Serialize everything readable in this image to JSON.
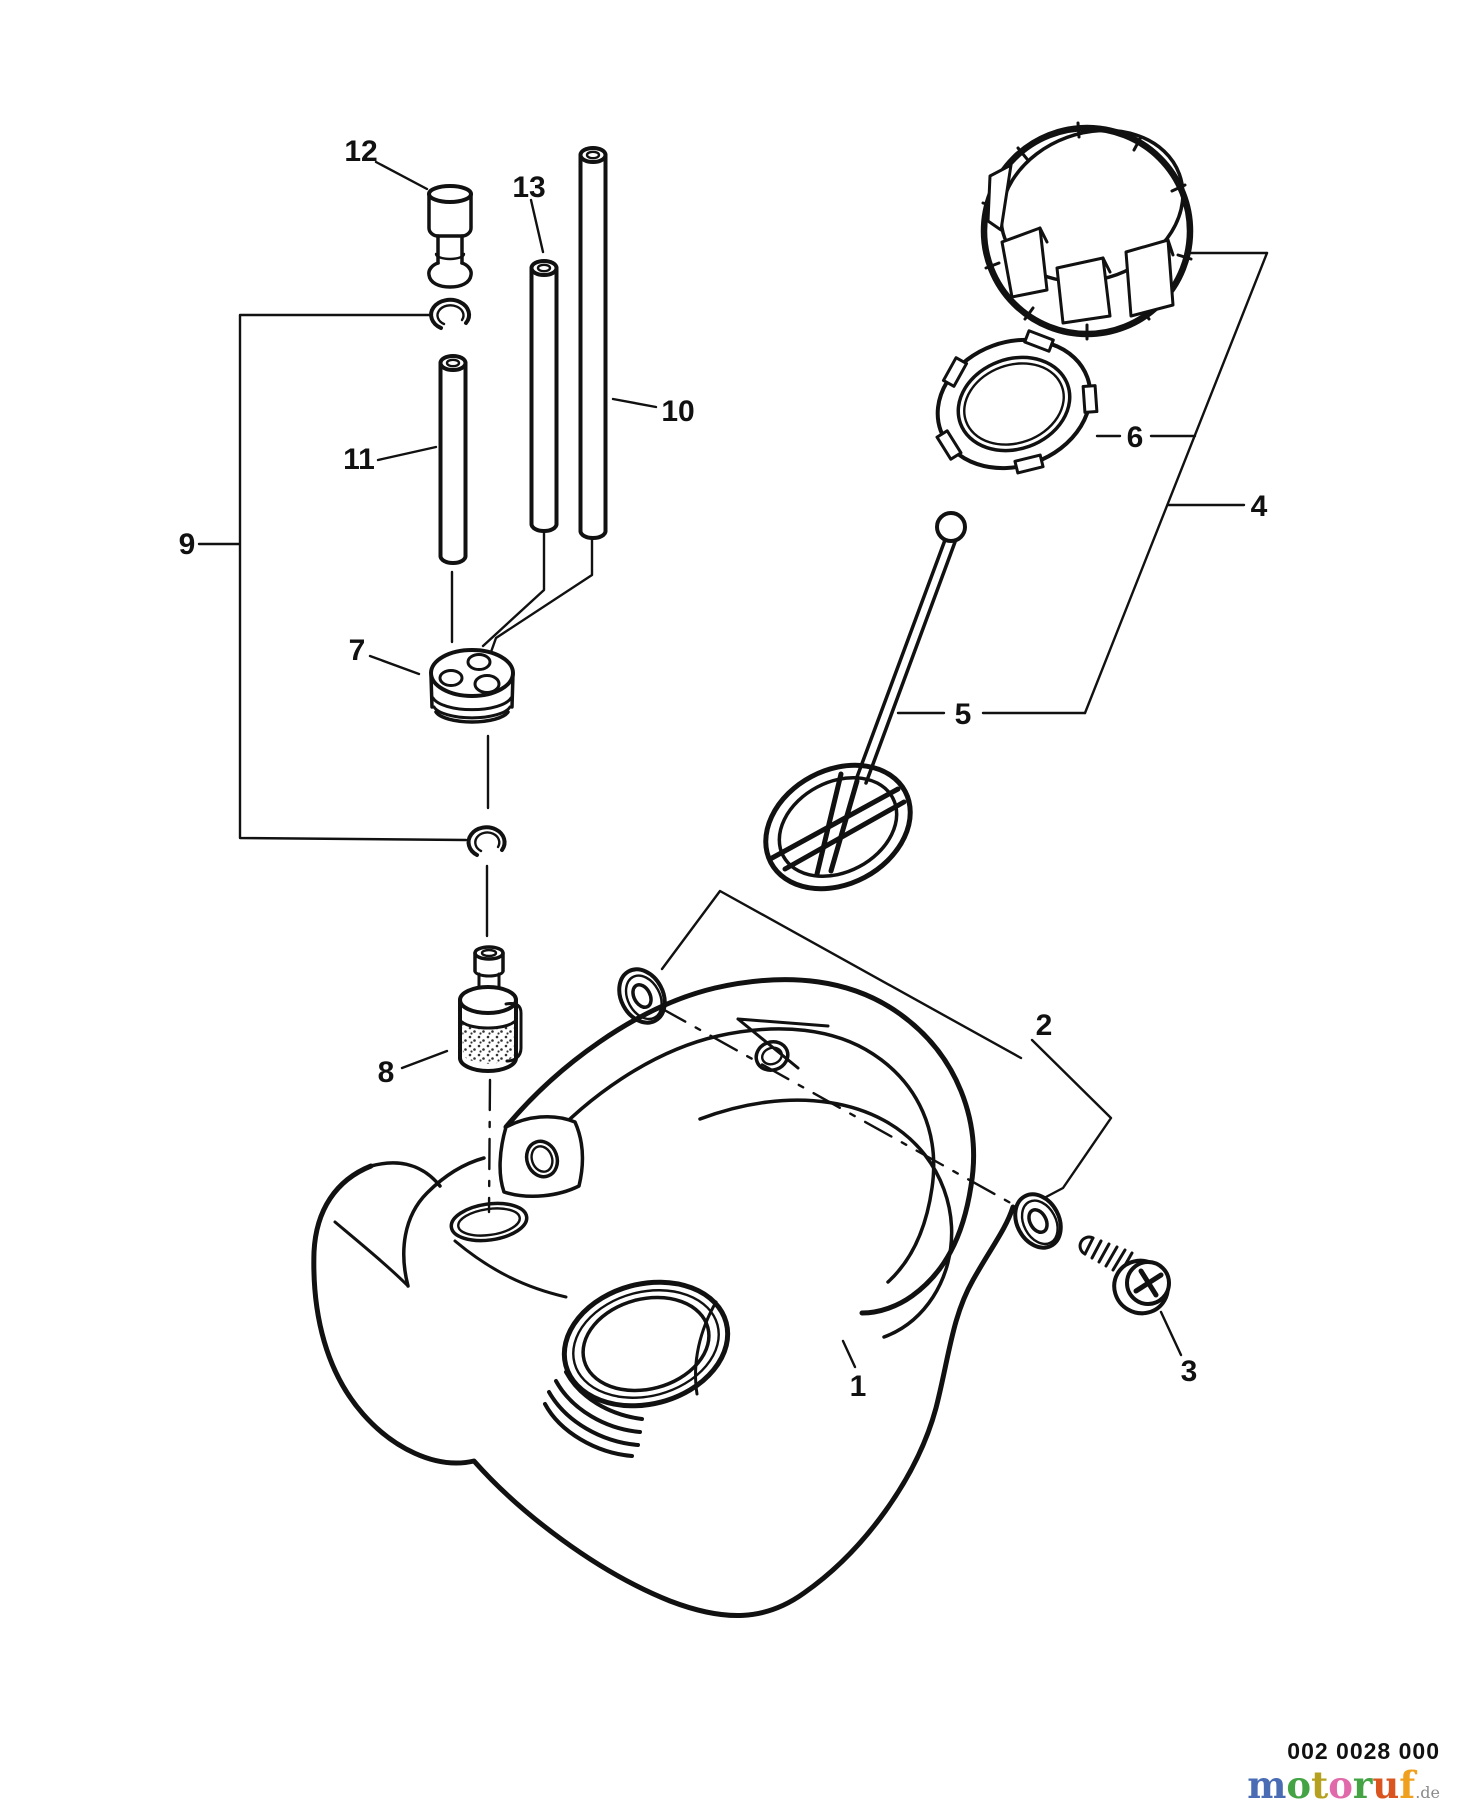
{
  "figure": {
    "background": "#ffffff",
    "line_color": "#111111",
    "description_callouts_visible": [
      "1",
      "2",
      "3",
      "4",
      "5",
      "6",
      "7",
      "8",
      "9",
      "10",
      "11",
      "12",
      "13"
    ]
  },
  "callouts": {
    "c1": "1",
    "c2": "2",
    "c3": "3",
    "c4": "4",
    "c5": "5",
    "c6": "6",
    "c7": "7",
    "c8": "8",
    "c9": "9",
    "c10": "10",
    "c11": "11",
    "c12": "12",
    "c13": "13"
  },
  "footer": {
    "part_number": "002 0028 000",
    "logo": {
      "letters": [
        {
          "char": "m",
          "color": "#4a6cb5"
        },
        {
          "char": "o",
          "color": "#44a344"
        },
        {
          "char": "t",
          "color": "#b5a11f"
        },
        {
          "char": "o",
          "color": "#e06aaa"
        },
        {
          "char": "r",
          "color": "#44a344"
        },
        {
          "char": "u",
          "color": "#d9541f"
        },
        {
          "char": "f",
          "color": "#f0a01f"
        }
      ],
      "suffix": ".de",
      "suffix_color": "#8a8a8a"
    }
  }
}
